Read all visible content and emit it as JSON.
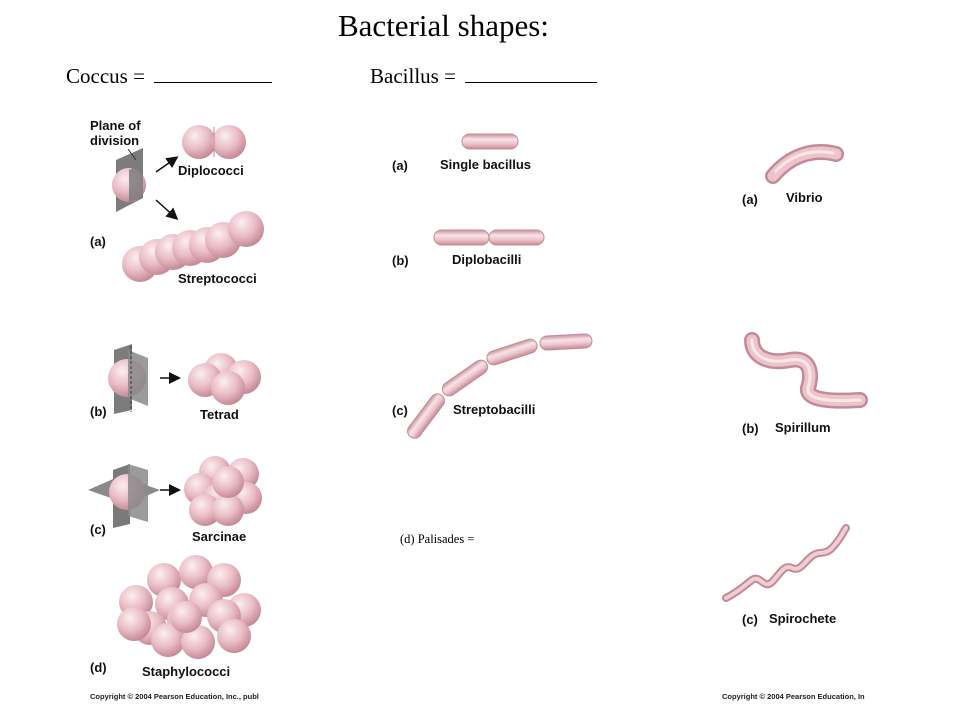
{
  "title": "Bacterial shapes:",
  "coccus_label": "Coccus =",
  "bacillus_label": "Bacillus =",
  "palisades_label": "(d) Palisades =",
  "left_panel": {
    "plane_of_division": "Plane of\ndivision",
    "plane_line1": "Plane of",
    "plane_line2": "division",
    "diplococci": "Diplococci",
    "streptococci": "Streptococci",
    "tetrad": "Tetrad",
    "sarcinae": "Sarcinae",
    "staphylococci": "Staphylococci",
    "letters": [
      "(a)",
      "(b)",
      "(c)",
      "(d)"
    ]
  },
  "middle_panel": {
    "single_bacillus": "Single bacillus",
    "diplobacilli": "Diplobacilli",
    "streptobacilli": "Streptobacilli",
    "letters": [
      "(a)",
      "(b)",
      "(c)"
    ]
  },
  "right_panel": {
    "vibrio": "Vibrio",
    "spirillum": "Spirillum",
    "spirochete": "Spirochete",
    "letters": [
      "(a)",
      "(b)",
      "(c)"
    ]
  },
  "copyright_left": "Copyright © 2004 Pearson Education, Inc., publ",
  "copyright_right": "Copyright © 2004 Pearson Education, In",
  "colors": {
    "cell_light": "#f6dce1",
    "cell_mid": "#e6b2bc",
    "cell_dark": "#c88a97",
    "plane": "#7a7a7a"
  }
}
